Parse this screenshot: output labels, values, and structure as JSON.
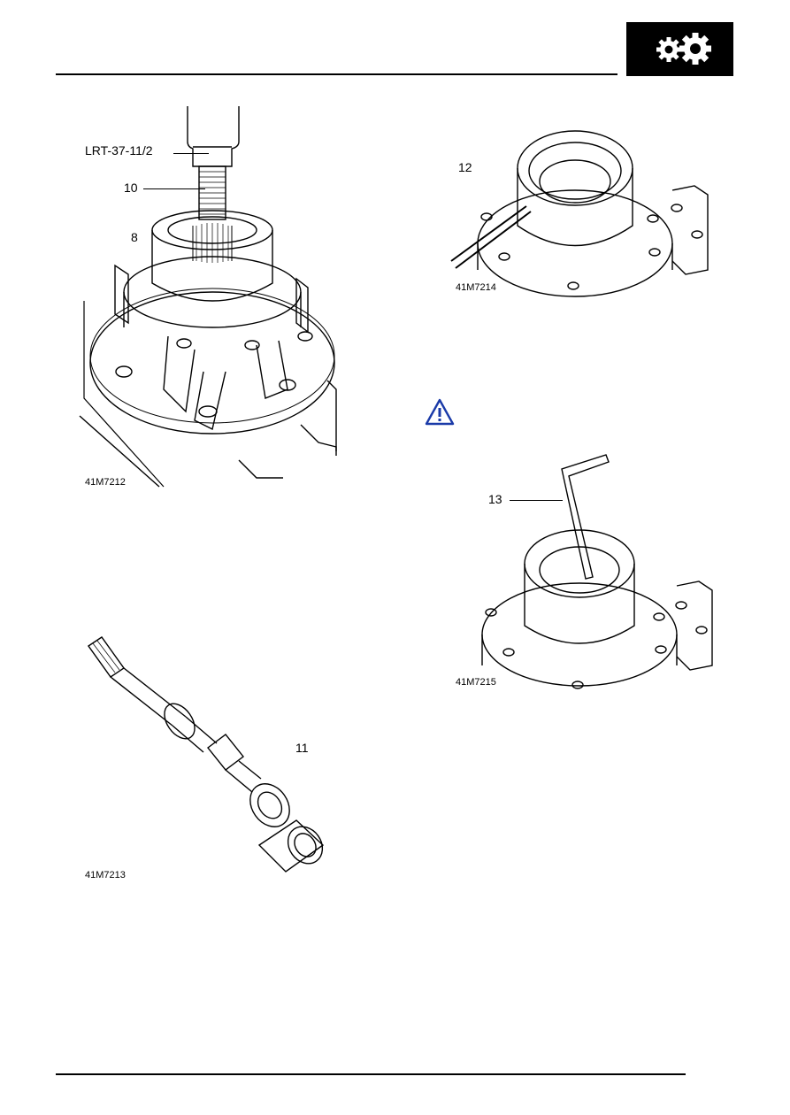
{
  "header": {
    "section_icon": "gear-pair-icon",
    "icon_bg_color": "#000000"
  },
  "figures": [
    {
      "id": "fig1",
      "caption": "41M7212",
      "callouts": [
        "LRT-37-11/2",
        "10",
        "8"
      ]
    },
    {
      "id": "fig2",
      "caption": "41M7214",
      "callouts": [
        "12"
      ]
    },
    {
      "id": "fig3",
      "caption": "41M7213",
      "callouts": [
        "11"
      ]
    },
    {
      "id": "fig4",
      "caption": "41M7215",
      "callouts": [
        "13"
      ]
    }
  ],
  "warning": {
    "icon": "warning-triangle-icon",
    "color": "#1a3aa8"
  }
}
